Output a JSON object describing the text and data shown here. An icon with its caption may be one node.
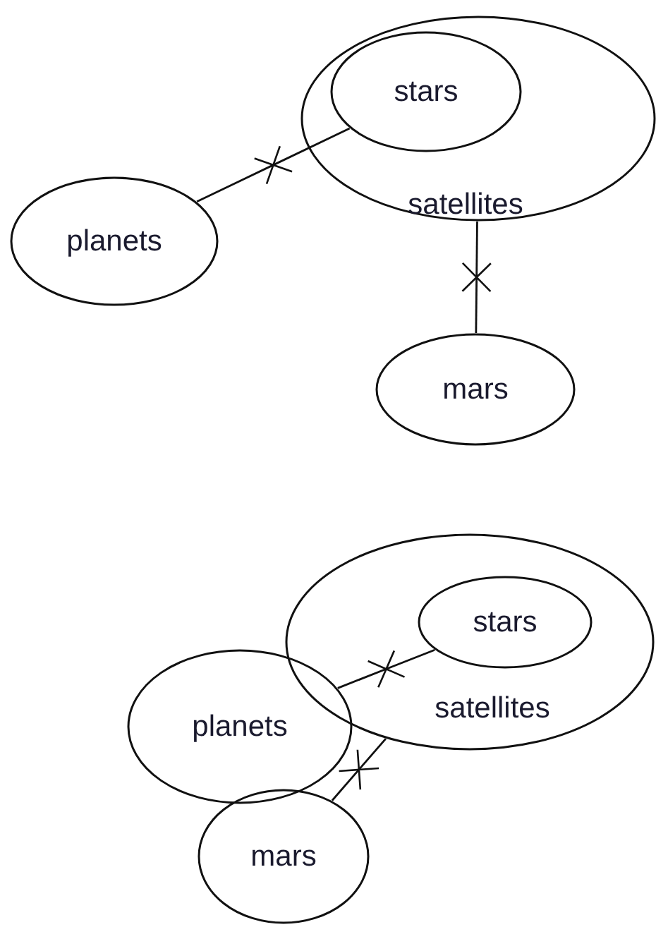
{
  "diagram": {
    "nodes": [
      {
        "text": [
          "satellites"
        ]
      },
      {
        "text": [
          "stars"
        ],
        "in": 0
      },
      {
        "text": [
          "planets"
        ]
      },
      {
        "text": [
          "mars"
        ]
      },
      {
        "text": [
          "satellites"
        ]
      },
      {
        "text": [
          "stars"
        ],
        "in": 4
      },
      {
        "text": [
          "planets"
        ]
      },
      {
        "text": [
          "mars"
        ]
      }
    ],
    "edges": [
      {
        "from": 2,
        "to": 1,
        "arrow": "none"
      },
      {
        "from": 0,
        "to": 3,
        "arrow": "none"
      },
      {
        "from": 6,
        "to": 5,
        "arrow": "none"
      },
      {
        "from": 7,
        "to": 4,
        "arrow": "none"
      }
    ]
  }
}
